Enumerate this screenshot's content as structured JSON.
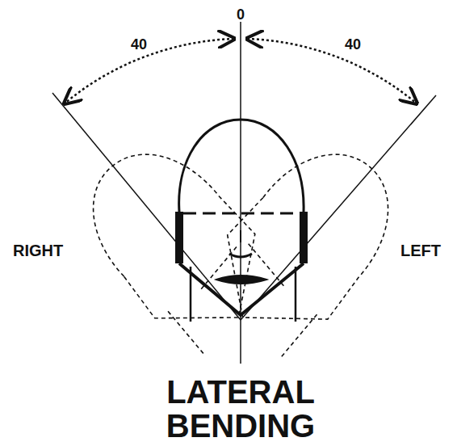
{
  "diagram": {
    "caption": "LATERAL BENDING",
    "labels": [
      "40",
      "0",
      "40",
      "RIGHT",
      "LEFT"
    ]
  }
}
